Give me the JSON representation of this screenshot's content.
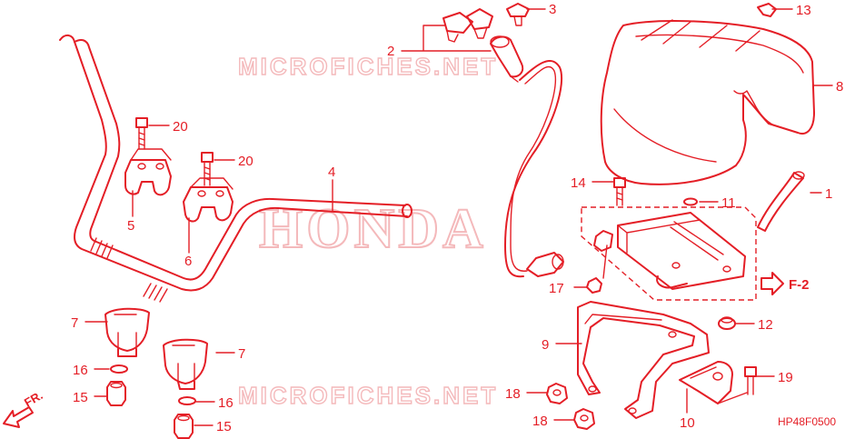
{
  "watermark": {
    "top": "MICROFICHES.NET",
    "bottom": "MICROFICHES.NET",
    "brand": "HONDA"
  },
  "direction_label": "FR.",
  "reference_label": "F-2",
  "diagram_code": "HP48F0500",
  "callouts": {
    "c1": "1",
    "c2": "2",
    "c3": "3",
    "c4": "4",
    "c5": "5",
    "c6": "6",
    "c7a": "7",
    "c7b": "7",
    "c8": "8",
    "c9": "9",
    "c10": "10",
    "c11": "11",
    "c12": "12",
    "c13": "13",
    "c14": "14",
    "c15a": "15",
    "c15b": "15",
    "c16a": "16",
    "c16b": "16",
    "c17": "17",
    "c18a": "18",
    "c18b": "18",
    "c19": "19",
    "c20a": "20",
    "c20b": "20"
  },
  "colors": {
    "line": "#e41e26",
    "watermark": "#f4b9bb",
    "background": "#ffffff"
  }
}
